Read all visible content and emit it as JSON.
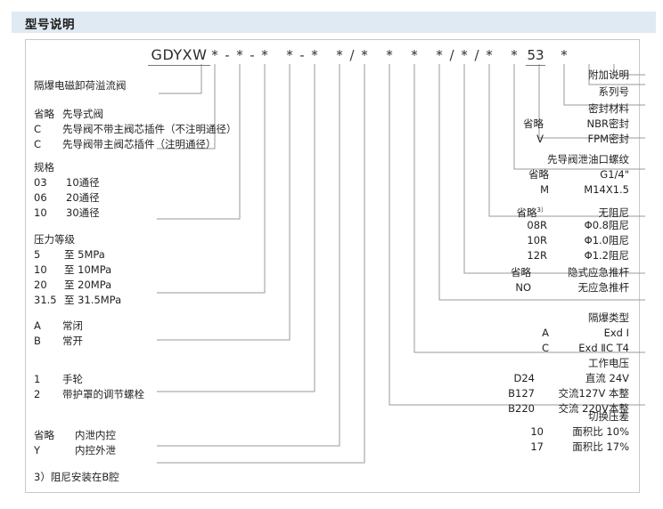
{
  "header": {
    "title": "型号说明"
  },
  "model_code": {
    "family": "GDYXW",
    "tokens": [
      "*",
      "-",
      "*",
      "-",
      "*",
      "*",
      "-",
      "*",
      "*",
      "/",
      "*",
      "*",
      "*",
      "*",
      "/",
      "*",
      "/",
      "*",
      "*",
      "53",
      "*"
    ]
  },
  "left_column": [
    {
      "name": "product-name",
      "lines": [
        {
          "label": "隔爆电磁卸荷溢流阀",
          "value": ""
        }
      ]
    },
    {
      "name": "pilot-valve-type",
      "lines": [
        {
          "label": "省略",
          "value": "先导式阀"
        },
        {
          "label": "C",
          "value": "先导阀不带主阀芯插件（不注明通径）"
        },
        {
          "label": "C",
          "value": "先导阀带主阀芯插件（注明通径）"
        }
      ]
    },
    {
      "name": "specification",
      "heading": "规格",
      "lines": [
        {
          "label": "03",
          "value": "10通径"
        },
        {
          "label": "06",
          "value": "20通径"
        },
        {
          "label": "10",
          "value": "30通径"
        }
      ]
    },
    {
      "name": "pressure-rating",
      "heading": "压力等级",
      "lines": [
        {
          "label": "5",
          "value": "至  5MPa"
        },
        {
          "label": "10",
          "value": "至 10MPa"
        },
        {
          "label": "20",
          "value": "至 20MPa"
        },
        {
          "label": "31.5",
          "value": "至 31.5MPa"
        }
      ]
    },
    {
      "name": "normal-state",
      "lines": [
        {
          "label": "A",
          "value": "常闭"
        },
        {
          "label": "B",
          "value": "常开"
        }
      ]
    },
    {
      "name": "adjustment-type",
      "lines": [
        {
          "label": "1",
          "value": "手轮"
        },
        {
          "label": "2",
          "value": "带护罩的调节螺栓"
        }
      ]
    },
    {
      "name": "drain-control",
      "lines": [
        {
          "label": "省略",
          "value": "内泄内控"
        },
        {
          "label": "Y",
          "value": "内控外泄"
        }
      ]
    }
  ],
  "footnote": "3）阻尼安装在B腔",
  "right_column": [
    {
      "name": "additional-note",
      "heading": "附加说明",
      "lines": []
    },
    {
      "name": "series-number",
      "heading": "系列号",
      "lines": []
    },
    {
      "name": "seal-material",
      "heading": "密封材料",
      "lines": [
        {
          "label": "省略",
          "value": "NBR密封"
        },
        {
          "label": "V",
          "value": "FPM密封"
        }
      ]
    },
    {
      "name": "pilot-drain-port-thread",
      "heading": "先导阀泄油口螺纹",
      "lines": [
        {
          "label": "省略",
          "value": "G1/4\""
        },
        {
          "label": "M",
          "value": "M14X1.5"
        }
      ]
    },
    {
      "name": "damping",
      "heading": "",
      "lines": [
        {
          "label": "省略",
          "label_sup": "3）",
          "value": "无阻尼"
        },
        {
          "label": "08R",
          "value": "Φ0.8阻尼"
        },
        {
          "label": "10R",
          "value": "Φ1.0阻尼"
        },
        {
          "label": "12R",
          "value": "Φ1.2阻尼"
        }
      ]
    },
    {
      "name": "emergency-push-rod",
      "heading": "",
      "lines": [
        {
          "label": "省略",
          "value": "隐式应急推杆"
        },
        {
          "label": "NO",
          "value": "无应急推杆"
        }
      ]
    },
    {
      "name": "flameproof-type",
      "heading": "隔爆类型",
      "lines": [
        {
          "label": "A",
          "value": "Exd Ⅰ"
        },
        {
          "label": "C",
          "value": "Exd ⅡC T4"
        }
      ]
    },
    {
      "name": "working-voltage",
      "heading": "工作电压",
      "lines": [
        {
          "label": "D24",
          "value": "直流 24V"
        },
        {
          "label": "B127",
          "value": "交流127V 本整"
        },
        {
          "label": "B220",
          "value": "交流 220V本整"
        }
      ]
    },
    {
      "name": "switching-pressure-difference",
      "heading": "切换压差",
      "lines": [
        {
          "label": "10",
          "value": "面积比  10%"
        },
        {
          "label": "17",
          "value": "面积比  17%"
        }
      ]
    }
  ],
  "colors": {
    "header_bg": "#dfeaf3",
    "frame": "#c9c9c9",
    "leader": "#8a8a8a",
    "text": "#231f20"
  }
}
